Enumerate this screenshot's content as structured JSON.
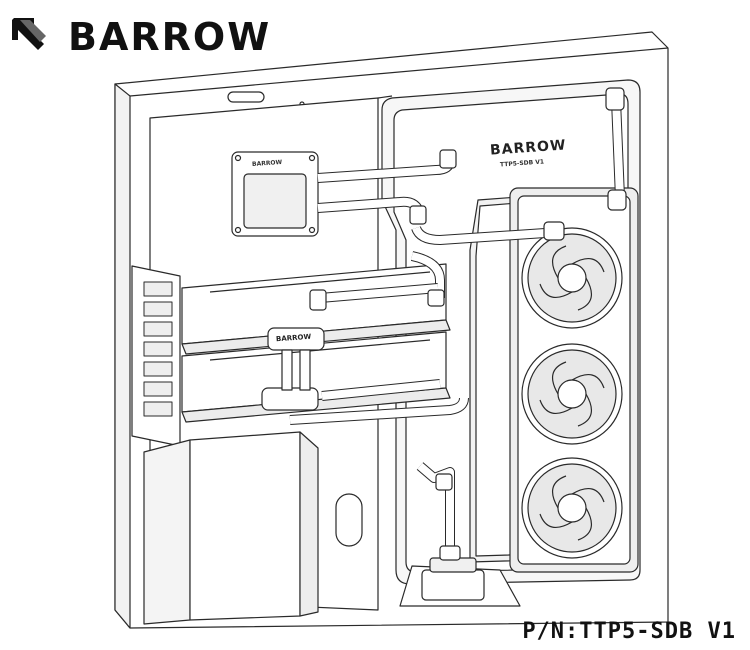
{
  "brand": {
    "name": "BARROW",
    "logo_icon": "barrow-arrow-logo-icon"
  },
  "part_number": "P/N:TTP5-SDB V1",
  "plate": {
    "brand_label": "BARROW",
    "model_label": "TTP5-SDB V1"
  },
  "cpu_block": {
    "brand_label": "BARROW"
  },
  "gpu_bridge": {
    "brand_label": "BARROW"
  },
  "fans": {
    "count": 3,
    "icon": "fan-icon"
  },
  "colors": {
    "line": "#2a2a2a",
    "fill": "#ffffff",
    "shade": "#e6e6e6",
    "dark": "#111111"
  }
}
